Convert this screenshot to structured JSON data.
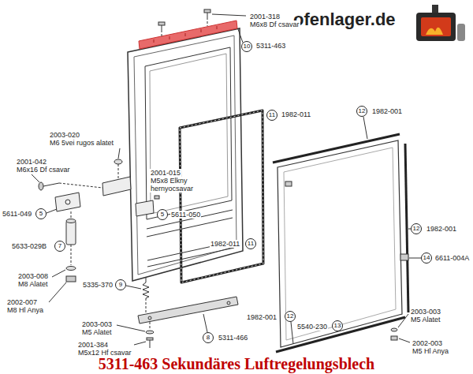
{
  "diagram": {
    "title": "5311-463 Sekundäres Luftregelungsblech",
    "nodes": [
      {
        "text": [
          "10"
        ]
      },
      {
        "text": [
          "11"
        ]
      },
      {
        "text": [
          "12"
        ]
      },
      {
        "text": [
          "5"
        ]
      },
      {
        "text": [
          "5"
        ]
      },
      {
        "text": [
          "7"
        ]
      },
      {
        "text": [
          "11"
        ]
      },
      {
        "text": [
          "12"
        ]
      },
      {
        "text": [
          "14"
        ]
      },
      {
        "text": [
          "9"
        ]
      },
      {
        "text": [
          "12"
        ]
      },
      {
        "text": [
          "13"
        ]
      },
      {
        "text": [
          "8"
        ]
      }
    ],
    "labels": [
      "ofenlager.de",
      "2001-318",
      "M6x8 Df csavar",
      "5311-463",
      "1982-011",
      "1982-001",
      "2003-020",
      "M6 5vei rugos alatet",
      "2001-042",
      "M6x16 Df csavar",
      "2001-015",
      "M5x8 Elkny",
      "hernyocsavar",
      "5611-049",
      "5611-050",
      "5633-029B",
      "1982-011",
      "1982-001",
      "6611-004A",
      "2003-008",
      "M8 Alatet",
      "5335-370",
      "2002-007",
      "M8 Hl Anya",
      "1982-001",
      "5540-230",
      "2003-003",
      "M5 Alatet",
      "5311-466",
      "2001-384",
      "M5x12 Hf csavar",
      "2003-003",
      "M5 Alatet",
      "2002-003",
      "M5 Hl Anya"
    ]
  }
}
